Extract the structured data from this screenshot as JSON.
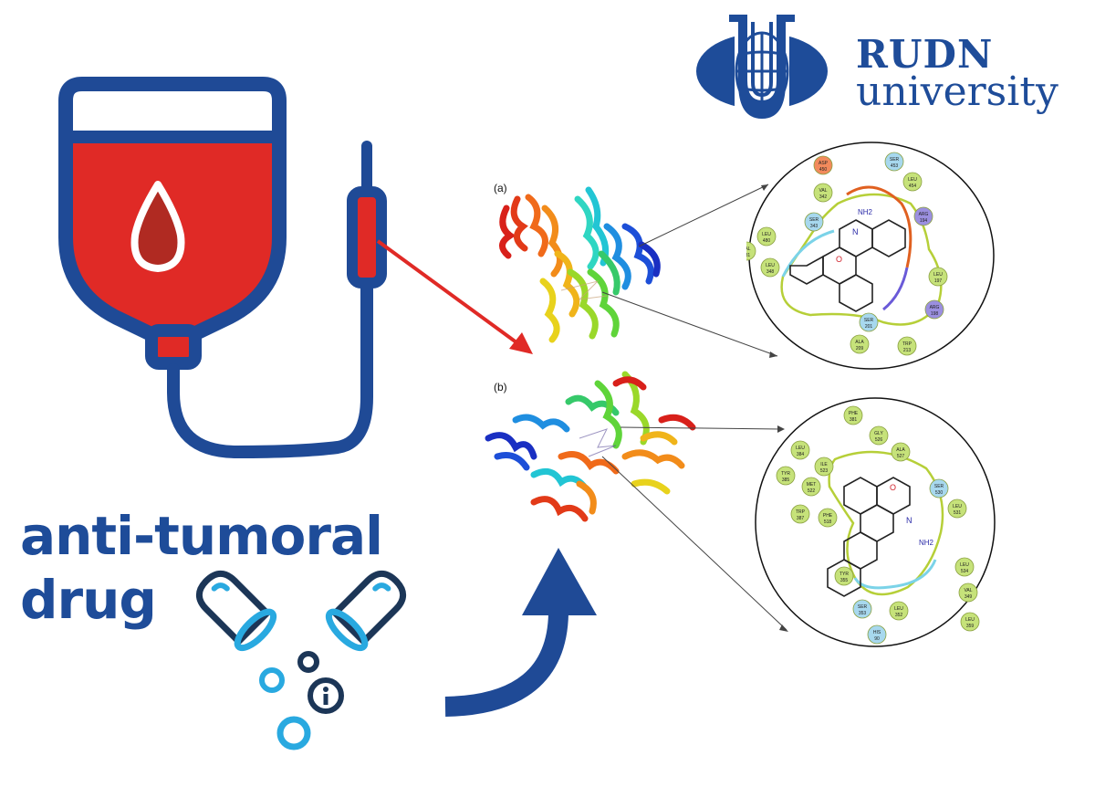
{
  "logo": {
    "line1": "RUDN",
    "line2": "university",
    "color": "#1e4c99"
  },
  "headline": {
    "line1": "anti-tumoral",
    "line2": "drug",
    "color": "#1e4c99"
  },
  "panels": {
    "a_label": "(a)",
    "b_label": "(b)"
  },
  "residues_a": [
    {
      "name": "ASP",
      "num": "450"
    },
    {
      "name": "SER",
      "num": "453"
    },
    {
      "name": "LEU",
      "num": "454"
    },
    {
      "name": "VAL",
      "num": "342"
    },
    {
      "name": "SER",
      "num": "343"
    },
    {
      "name": "ARG",
      "num": "194"
    },
    {
      "name": "LEU",
      "num": "480"
    },
    {
      "name": "VAL",
      "num": "481"
    },
    {
      "name": "LEU",
      "num": "348"
    },
    {
      "name": "LEU",
      "num": "197"
    },
    {
      "name": "ARG",
      "num": "198"
    },
    {
      "name": "SER",
      "num": "201"
    },
    {
      "name": "ALA",
      "num": "209"
    },
    {
      "name": "TRP",
      "num": "213"
    }
  ],
  "residues_b": [
    {
      "name": "PHE",
      "num": "381"
    },
    {
      "name": "GLY",
      "num": "526"
    },
    {
      "name": "LEU",
      "num": "384"
    },
    {
      "name": "ALA",
      "num": "527"
    },
    {
      "name": "ILE",
      "num": "523"
    },
    {
      "name": "TYR",
      "num": "385"
    },
    {
      "name": "MET",
      "num": "522"
    },
    {
      "name": "SER",
      "num": "530"
    },
    {
      "name": "TRP",
      "num": "387"
    },
    {
      "name": "PHE",
      "num": "518"
    },
    {
      "name": "LEU",
      "num": "531"
    },
    {
      "name": "LEU",
      "num": "534"
    },
    {
      "name": "TYR",
      "num": "355"
    },
    {
      "name": "VAL",
      "num": "349"
    },
    {
      "name": "SER",
      "num": "353"
    },
    {
      "name": "LEU",
      "num": "352"
    },
    {
      "name": "LEU",
      "num": "359"
    },
    {
      "name": "HIS",
      "num": "90"
    }
  ],
  "ligand_label": "NH2",
  "ligand_atom_n": "N",
  "ligand_atom_o": "O",
  "colors": {
    "blood_red": "#e02a26",
    "dark_blood": "#b02a22",
    "navy": "#1f4a96",
    "cyan": "#29a9e0",
    "dark_navy": "#1c3657",
    "residue_green": "#c6e27a",
    "residue_blue": "#a7d8ee",
    "residue_red": "#f28a5c",
    "residue_purple": "#9b8fe0"
  },
  "icons": [
    "iv-bag-icon",
    "blood-drop-icon",
    "capsule-icon",
    "info-icon",
    "curved-arrow-icon",
    "globe-logo-icon"
  ]
}
